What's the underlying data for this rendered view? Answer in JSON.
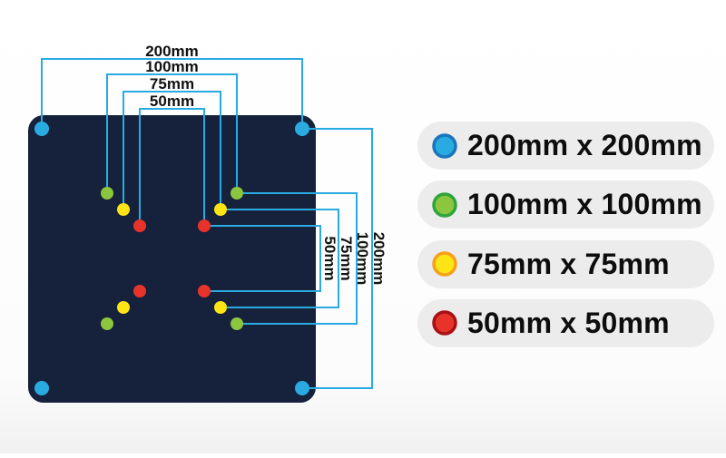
{
  "colors": {
    "plate": "#16213c",
    "dimension_line": "#29abe2",
    "label_text": "#111111",
    "vesa_200": "#29abe2",
    "vesa_100": "#8cc63f",
    "vesa_75": "#fde415",
    "vesa_50": "#e8332b",
    "vesa_200_ring": "#1b75bc",
    "vesa_100_ring": "#2fa43c",
    "vesa_75_ring": "#f5a01b",
    "vesa_50_ring": "#a81115"
  },
  "dimensions": {
    "top": [
      "200mm",
      "100mm",
      "75mm",
      "50mm"
    ],
    "right": [
      "50mm",
      "75mm",
      "100mm",
      "200mm"
    ]
  },
  "legend": {
    "items": [
      {
        "id": "vesa-200",
        "label": "200mm x 200mm"
      },
      {
        "id": "vesa-100",
        "label": "100mm x 100mm"
      },
      {
        "id": "vesa-75",
        "label": "75mm x 75mm"
      },
      {
        "id": "vesa-50",
        "label": "50mm x 50mm"
      }
    ]
  }
}
